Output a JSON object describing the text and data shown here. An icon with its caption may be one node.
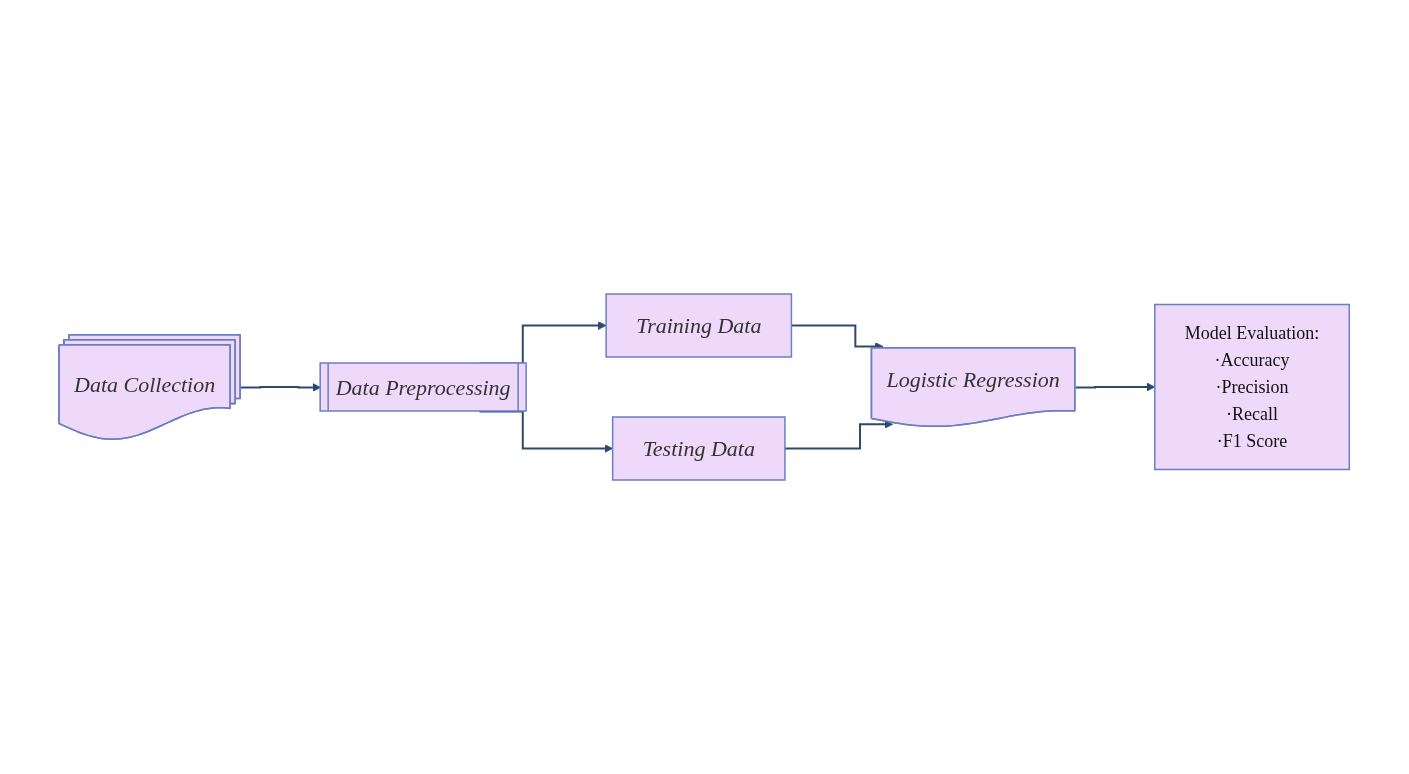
{
  "diagram": {
    "nodes": [
      {
        "text": [
          "Data Preprocessing"
        ]
      },
      {
        "text": [
          "Training Data"
        ]
      },
      {
        "text": [
          "Testing Data"
        ]
      },
      {
        "text": [
          "Logistic Regression"
        ]
      },
      {
        "text": [
          "Data Collection"
        ]
      },
      {
        "text": [
          "Model Evaluation:",
          "·Accuracy",
          "·Precision",
          "·Recall",
          "·F1 Score"
        ]
      }
    ],
    "edges": [
      {
        "from": 4,
        "to": 0,
        "arrow": "to"
      },
      {
        "from": 0,
        "to": 1,
        "arrow": "to"
      },
      {
        "from": 0,
        "to": 2,
        "arrow": "to"
      },
      {
        "from": 1,
        "to": 3,
        "arrow": "to"
      },
      {
        "from": 2,
        "to": 3,
        "arrow": "to"
      },
      {
        "from": 3,
        "to": 5,
        "arrow": "to"
      }
    ]
  }
}
